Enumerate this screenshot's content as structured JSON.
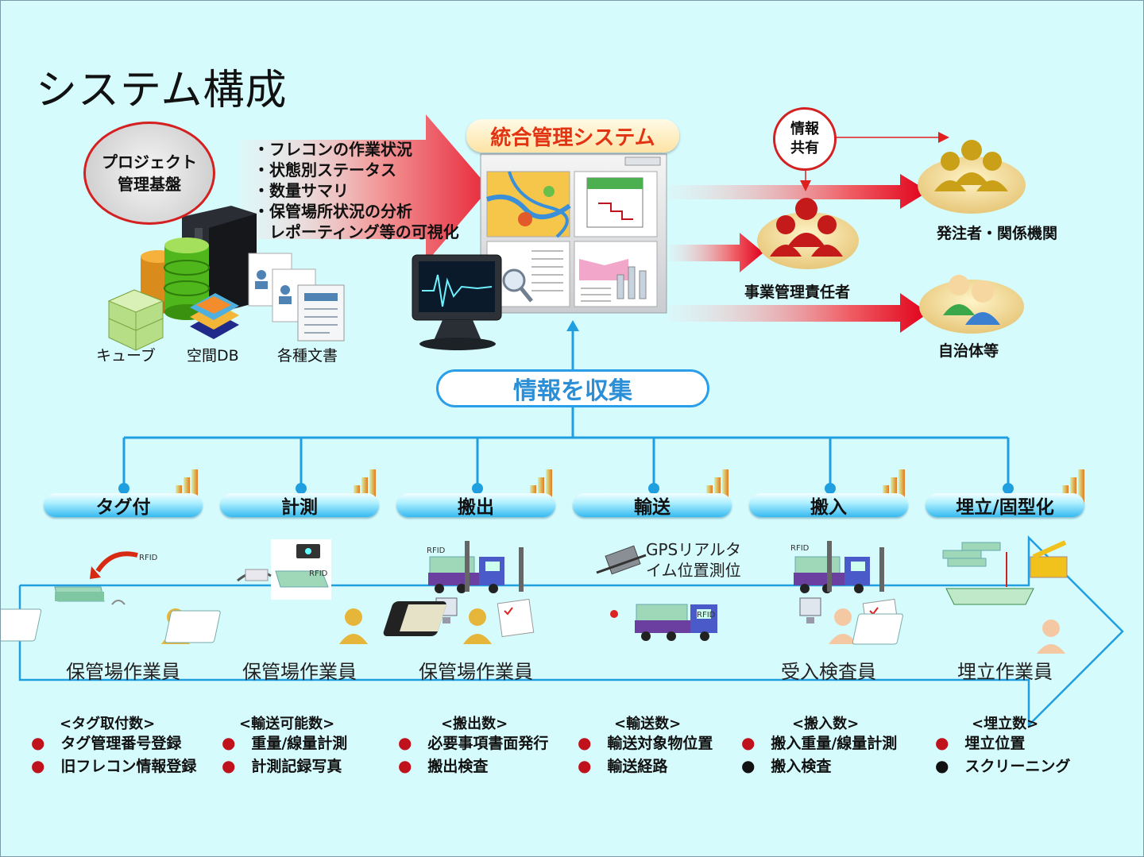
{
  "title": "システム構成",
  "platform": {
    "line1": "プロジェクト",
    "line2": "管理基盤"
  },
  "data_sources": [
    "キューブ",
    "空間DB",
    "各種文書"
  ],
  "bullets": [
    "・フレコンの作業状況",
    "・状態別ステータス",
    "・数量サマリ",
    "・保管場所状況の分析",
    "　レポーティング等の可視化"
  ],
  "system_title": "統合管理システム",
  "share": {
    "line1": "情報",
    "line2": "共有"
  },
  "stakeholders": [
    "発注者・関係機関",
    "事業管理責任者",
    "自治体等"
  ],
  "collect": "情報を収集",
  "stages": [
    "タグ付",
    "計測",
    "搬出",
    "輸送",
    "搬入",
    "埋立/固型化"
  ],
  "rfid": "RFID",
  "gps": {
    "line1": "GPSリアルタ",
    "line2": "イム位置測位"
  },
  "workers": [
    "保管場作業員",
    "保管場作業員",
    "保管場作業員",
    "",
    "受入検査員",
    "埋立作業員"
  ],
  "columns": [
    {
      "head": "<タグ取付数>",
      "items": [
        {
          "text": "タグ管理番号登録",
          "color": "#c0121c"
        },
        {
          "text": "旧フレコン情報登録",
          "color": "#c0121c"
        }
      ]
    },
    {
      "head": "<輸送可能数>",
      "items": [
        {
          "text": "重量/線量計測",
          "color": "#c0121c"
        },
        {
          "text": "計測記録写真",
          "color": "#c0121c"
        }
      ]
    },
    {
      "head": "<搬出数>",
      "items": [
        {
          "text": "必要事項書面発行",
          "color": "#c0121c"
        },
        {
          "text": "搬出検査",
          "color": "#c0121c"
        }
      ]
    },
    {
      "head": "<輸送数>",
      "items": [
        {
          "text": "輸送対象物位置",
          "color": "#c0121c"
        },
        {
          "text": "輸送経路",
          "color": "#c0121c"
        }
      ]
    },
    {
      "head": "<搬入数>",
      "items": [
        {
          "text": "搬入重量/線量計測",
          "color": "#c0121c"
        },
        {
          "text": "搬入検査",
          "color": "#111111"
        }
      ]
    },
    {
      "head": "<埋立数>",
      "items": [
        {
          "text": "埋立位置",
          "color": "#c0121c"
        },
        {
          "text": "スクリーニング",
          "color": "#111111"
        }
      ]
    }
  ],
  "colors": {
    "background": "#d6fbfd",
    "accent_red": "#e23412",
    "connector_blue": "#1f9fe0",
    "bullet_red": "#c0121c"
  },
  "icons": [
    "database-icon",
    "server-icon",
    "document-icon",
    "monitor-icon",
    "map-icon",
    "calendar-icon",
    "bar-chart-icon",
    "people-icon",
    "truck-icon",
    "crane-icon",
    "satellite-icon",
    "smartphone-icon",
    "clipboard-icon",
    "computer-icon"
  ]
}
